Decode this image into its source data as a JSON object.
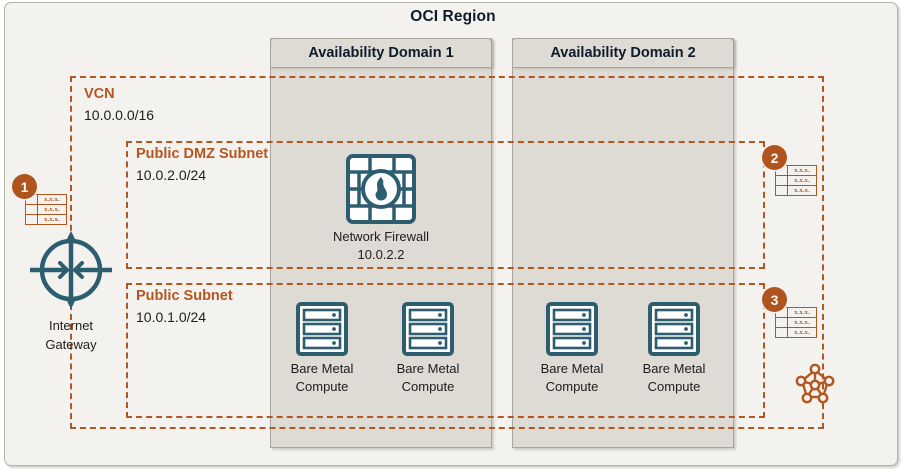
{
  "diagram": {
    "title": "OCI Region",
    "availability_domains": [
      {
        "label": "Availability Domain 1"
      },
      {
        "label": "Availability Domain 2"
      }
    ],
    "zones": {
      "vcn": {
        "label": "VCN",
        "cidr": "10.0.0.0/16"
      },
      "dmz": {
        "label": "Public DMZ Subnet",
        "cidr": "10.0.2.0/24"
      },
      "pub": {
        "label": "Public Subnet",
        "cidr": "10.0.1.0/24"
      }
    },
    "nodes": {
      "internet_gateway": {
        "icon": "internet-gateway-icon",
        "line1": "Internet",
        "line2": "Gateway"
      },
      "network_firewall": {
        "icon": "network-firewall-icon",
        "line1": "Network Firewall",
        "line2": "10.0.2.2"
      },
      "compute": [
        {
          "icon": "bare-metal-compute-icon",
          "line1": "Bare Metal",
          "line2": "Compute"
        },
        {
          "icon": "bare-metal-compute-icon",
          "line1": "Bare Metal",
          "line2": "Compute"
        },
        {
          "icon": "bare-metal-compute-icon",
          "line1": "Bare Metal",
          "line2": "Compute"
        },
        {
          "icon": "bare-metal-compute-icon",
          "line1": "Bare Metal",
          "line2": "Compute"
        }
      ],
      "service_gateway": {
        "icon": "service-gateway-icon"
      }
    },
    "callouts": [
      {
        "number": "1"
      },
      {
        "number": "2"
      },
      {
        "number": "3"
      }
    ],
    "route_tables": [
      {
        "icon": "route-table-icon",
        "rows": [
          "x.x.x.",
          "x.x.x.",
          "x.x.x."
        ]
      },
      {
        "icon": "route-table-icon",
        "rows": [
          "x.x.x.",
          "x.x.x.",
          "x.x.x."
        ]
      },
      {
        "icon": "route-table-icon",
        "rows": [
          "x.x.x.",
          "x.x.x.",
          "x.x.x."
        ]
      }
    ],
    "colors": {
      "accent_orange": "#b4561f",
      "icon_teal": "#2d5e70",
      "region_background": "#f4f2ef",
      "ad_background": "#dedad4",
      "callout_fill": "#b0541f",
      "text_dark": "#0e1b2a"
    }
  }
}
